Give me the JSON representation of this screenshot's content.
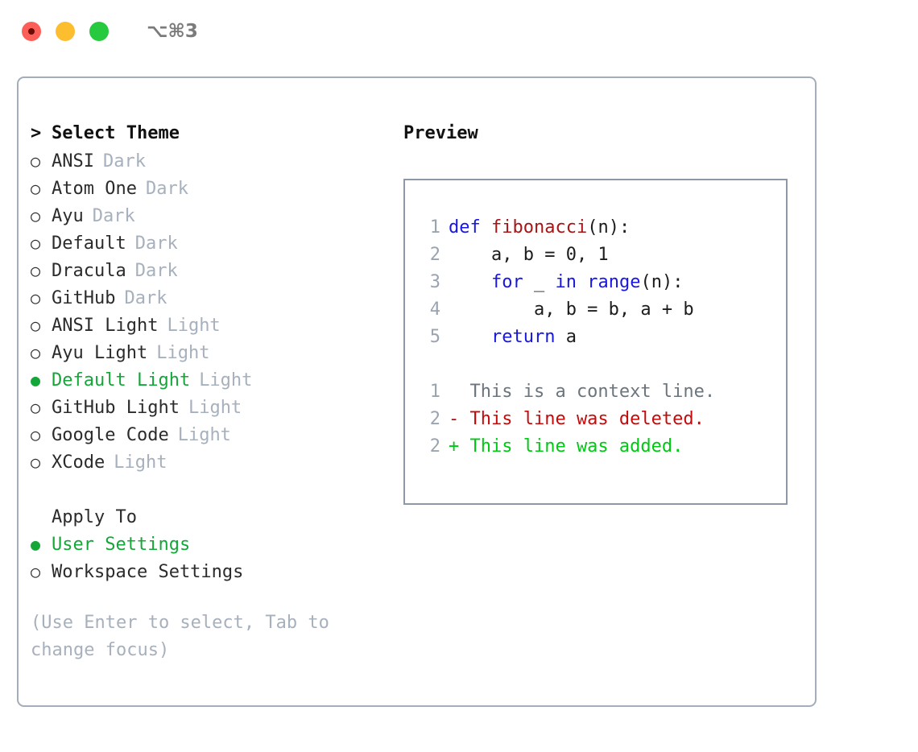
{
  "titlebar": {
    "shortcut": "⌥⌘3",
    "lights": [
      "close",
      "minimize",
      "maximize"
    ]
  },
  "theme_picker": {
    "heading": {
      "marker": ">",
      "label": "Select Theme"
    },
    "items": [
      {
        "marker": "○",
        "label": "ANSI",
        "suffix": "Dark",
        "selected": false
      },
      {
        "marker": "○",
        "label": "Atom One",
        "suffix": "Dark",
        "selected": false
      },
      {
        "marker": "○",
        "label": "Ayu",
        "suffix": "Dark",
        "selected": false
      },
      {
        "marker": "○",
        "label": "Default",
        "suffix": "Dark",
        "selected": false
      },
      {
        "marker": "○",
        "label": "Dracula",
        "suffix": "Dark",
        "selected": false
      },
      {
        "marker": "○",
        "label": "GitHub",
        "suffix": "Dark",
        "selected": false
      },
      {
        "marker": "○",
        "label": "ANSI Light",
        "suffix": "Light",
        "selected": false
      },
      {
        "marker": "○",
        "label": "Ayu Light",
        "suffix": "Light",
        "selected": false
      },
      {
        "marker": "●",
        "label": "Default Light",
        "suffix": "Light",
        "selected": true
      },
      {
        "marker": "○",
        "label": "GitHub Light",
        "suffix": "Light",
        "selected": false
      },
      {
        "marker": "○",
        "label": "Google Code",
        "suffix": "Light",
        "selected": false
      },
      {
        "marker": "○",
        "label": "XCode",
        "suffix": "Light",
        "selected": false
      }
    ]
  },
  "apply_to": {
    "heading": "Apply To",
    "items": [
      {
        "marker": "●",
        "label": "User Settings",
        "selected": true
      },
      {
        "marker": "○",
        "label": "Workspace Settings",
        "selected": false
      }
    ]
  },
  "hint": "(Use Enter to select, Tab to change focus)",
  "preview": {
    "title": "Preview",
    "code_lines": [
      {
        "num": "1",
        "tokens": [
          {
            "t": "def ",
            "c": "kw"
          },
          {
            "t": "fibonacci",
            "c": "fn"
          },
          {
            "t": "(n):",
            "c": "plain"
          }
        ]
      },
      {
        "num": "2",
        "tokens": [
          {
            "t": "    a, b = 0, 1",
            "c": "plain"
          }
        ]
      },
      {
        "num": "3",
        "tokens": [
          {
            "t": "    ",
            "c": "plain"
          },
          {
            "t": "for ",
            "c": "kw"
          },
          {
            "t": "_ ",
            "c": "plain"
          },
          {
            "t": "in ",
            "c": "kw"
          },
          {
            "t": "range",
            "c": "kw"
          },
          {
            "t": "(n):",
            "c": "plain"
          }
        ]
      },
      {
        "num": "4",
        "tokens": [
          {
            "t": "        a, b = b, a + b",
            "c": "plain"
          }
        ]
      },
      {
        "num": "5",
        "tokens": [
          {
            "t": "    ",
            "c": "plain"
          },
          {
            "t": "return ",
            "c": "kw"
          },
          {
            "t": "a",
            "c": "plain"
          }
        ]
      }
    ],
    "diff_lines": [
      {
        "num": "1",
        "text": "  This is a context line.",
        "kind": "diff-context"
      },
      {
        "num": "2",
        "text": "- This line was deleted.",
        "kind": "diff-del"
      },
      {
        "num": "2",
        "text": "+ This line was added.",
        "kind": "diff-add"
      }
    ]
  },
  "colors": {
    "accent_green": "#15a63a",
    "added_green": "#00c814",
    "deleted_red": "#c40b0b",
    "keyword_blue": "#1717e0",
    "function_red": "#a61616",
    "muted": "#a7b0bd",
    "border": "#a3adbb",
    "code_border": "#8d99a8"
  }
}
